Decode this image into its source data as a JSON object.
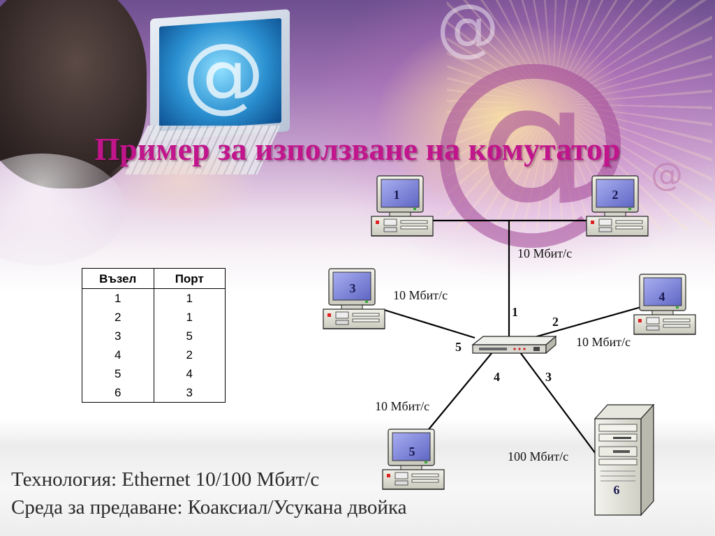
{
  "slide": {
    "title": "Пример за използване на комутатор",
    "footer": {
      "technology": "Технология: Ethernet 10/100 Мбит/с",
      "medium": "Среда за предаване: Коаксиал/Усукана двойка"
    }
  },
  "table": {
    "headers": [
      "Възел",
      "Порт"
    ],
    "rows": [
      [
        "1",
        "1"
      ],
      [
        "2",
        "1"
      ],
      [
        "3",
        "5"
      ],
      [
        "4",
        "2"
      ],
      [
        "5",
        "4"
      ],
      [
        "6",
        "3"
      ]
    ]
  },
  "diagram": {
    "nodes": [
      {
        "id": "1",
        "label": "1",
        "kind": "desktop-computer"
      },
      {
        "id": "2",
        "label": "2",
        "kind": "desktop-computer"
      },
      {
        "id": "3",
        "label": "3",
        "kind": "desktop-computer"
      },
      {
        "id": "4",
        "label": "4",
        "kind": "desktop-computer"
      },
      {
        "id": "5",
        "label": "5",
        "kind": "desktop-computer"
      },
      {
        "id": "6",
        "label": "6",
        "kind": "server-tower"
      }
    ],
    "switch": {
      "kind": "network-switch"
    },
    "ports": [
      "1",
      "2",
      "3",
      "4",
      "5"
    ],
    "links": [
      {
        "label": "10 Мбит/с",
        "nodes": [
          "1",
          "2"
        ],
        "port": "1"
      },
      {
        "label": "10 Мбит/с",
        "node": "3",
        "port": "5"
      },
      {
        "label": "10 Мбит/с",
        "node": "4",
        "port": "2"
      },
      {
        "label": "10 Мбит/с",
        "node": "5",
        "port": "4"
      },
      {
        "label": "100 Мбит/с",
        "node": "6",
        "port": "3"
      }
    ]
  },
  "colors": {
    "title": "#c1158c",
    "monitor_screen": "#7d84d6",
    "line": "#000000"
  },
  "icons": {
    "background": [
      "at-sign-icon",
      "laptop-icon"
    ],
    "computer": "desktop-computer-icon",
    "server": "server-tower-icon",
    "switch": "network-switch-icon"
  }
}
